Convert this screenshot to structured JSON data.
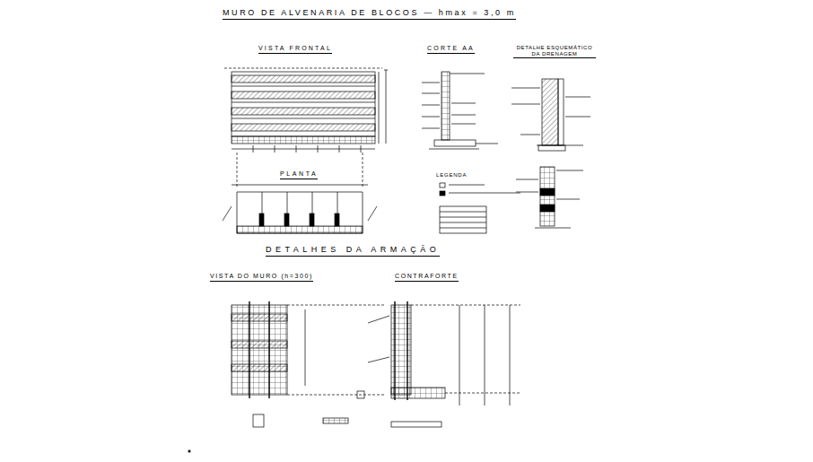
{
  "diagram": {
    "title": "MURO DE ALVENARIA DE BLOCOS — hmax = 3,0 m",
    "labels": [
      "VISTA FRONTAL",
      "CORTE AA",
      "DETALHE ESQUEMÁTICO DA DRENAGEM",
      "PLANTA",
      "LEGENDA",
      "DETALHES DA ARMAÇÃO",
      "VISTA DO MURO (h=300)",
      "CONTRAFORTE"
    ]
  }
}
